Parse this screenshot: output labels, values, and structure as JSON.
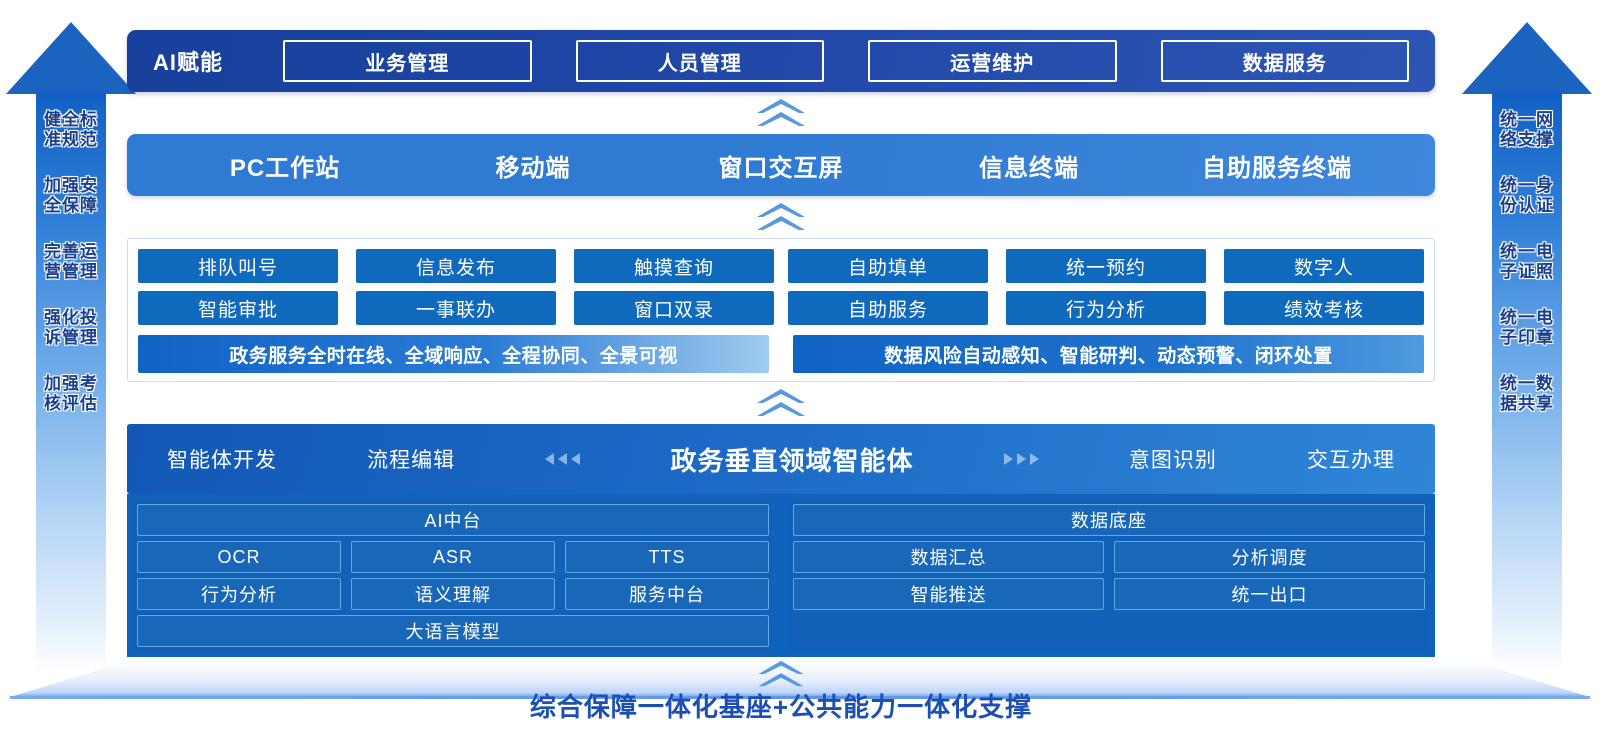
{
  "left_arrow": {
    "name": "guarantee-arrow",
    "labels": [
      "健全标准规范",
      "加强安全保障",
      "完善运营管理",
      "强化投诉管理",
      "加强考核评估"
    ]
  },
  "right_arrow": {
    "name": "support-arrow",
    "labels": [
      "统一网络支撑",
      "统一身份认证",
      "统一电子证照",
      "统一电子印章",
      "统一数据共享"
    ]
  },
  "top_row": {
    "tag": "AI赋能",
    "chips": [
      "业务管理",
      "人员管理",
      "运营维护",
      "数据服务"
    ]
  },
  "terminal_row": {
    "items": [
      "PC工作站",
      "移动端",
      "窗口交互屏",
      "信息终端",
      "自助服务终端"
    ]
  },
  "service_area": {
    "left_group": {
      "row1": [
        "排队叫号",
        "信息发布",
        "触摸查询"
      ],
      "row2": [
        "智能审批",
        "一事联办",
        "窗口双录"
      ]
    },
    "right_group": {
      "row1": [
        "自助填单",
        "统一预约",
        "数字人"
      ],
      "row2": [
        "自助服务",
        "行为分析",
        "绩效考核"
      ]
    },
    "banners": [
      "政务服务全时在线、全域响应、全程协同、全景可视",
      "数据风险自动感知、智能研判、动态预警、闭环处置"
    ]
  },
  "agent_row": {
    "left_items": [
      "智能体开发",
      "流程编辑"
    ],
    "center": "政务垂直领域智能体",
    "right_items": [
      "意图识别",
      "交互办理"
    ]
  },
  "platform": {
    "ai_panel": {
      "title": "AI中台",
      "row1": [
        "OCR",
        "ASR",
        "TTS"
      ],
      "row2": [
        "行为分析",
        "语义理解",
        "服务中台"
      ],
      "footer": "大语言模型"
    },
    "data_panel": {
      "title": "数据底座",
      "row1": [
        "数据汇总",
        "分析调度"
      ],
      "row2": [
        "智能推送",
        "统一出口"
      ]
    }
  },
  "footer": {
    "text": "综合保障一体化基座+公共能力一体化支撑"
  },
  "icons": {
    "chevron": "double-chevron-up-icon"
  },
  "colors": {
    "navy": "#1d43a0",
    "blue": "#2f7bd4",
    "tile_blue": "#0f69bd",
    "platform_blue": "#0f63bd",
    "footer_text": "#1c4fb5",
    "arrow_label": "#1b3f8f"
  }
}
